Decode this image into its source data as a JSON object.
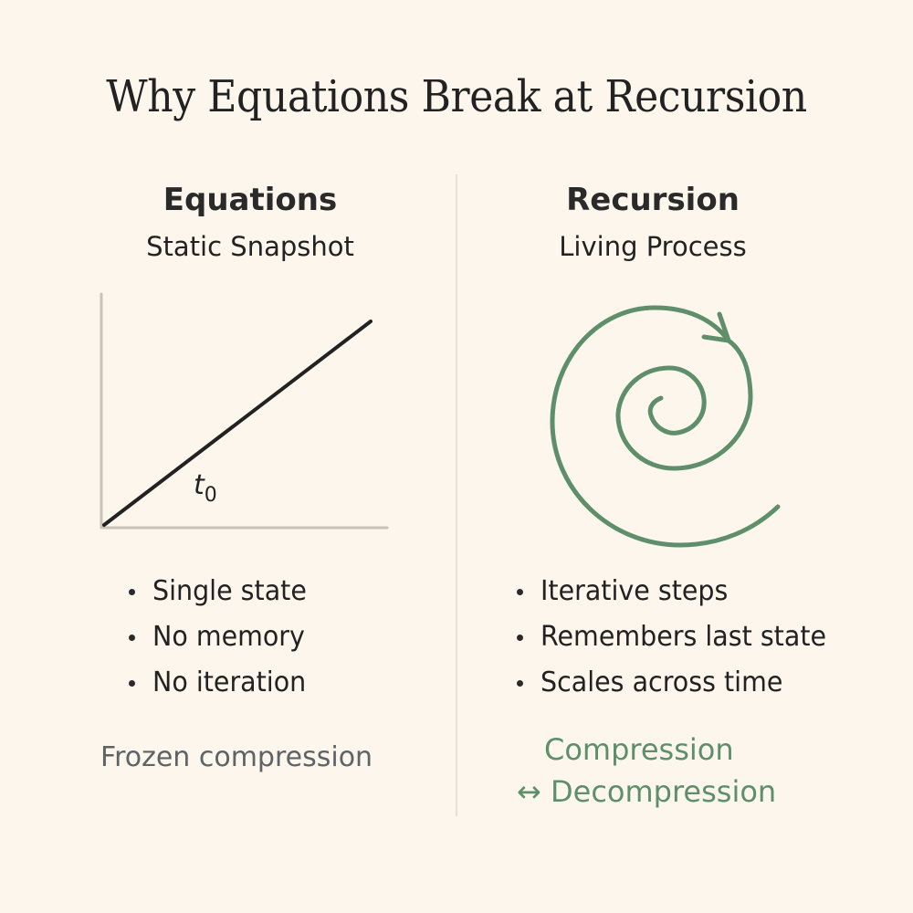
{
  "title": "Why Equations Break at Recursion",
  "left": {
    "heading": "Equations",
    "subheading": "Static Snapshot",
    "graph_label": {
      "base": "t",
      "subscript": "0"
    },
    "bullets": [
      "Single state",
      "No memory",
      "No iteration"
    ],
    "footer": "Frozen compression"
  },
  "right": {
    "heading": "Recursion",
    "subheading": "Living Process",
    "bullets": [
      "Iterative steps",
      "Remembers last state",
      "Scales across time"
    ],
    "footer_line1": "Compression",
    "footer_line2": "↔ Decompression"
  },
  "icons": {
    "left_graphic": "linear-graph-icon",
    "right_graphic": "spiral-arrow-icon"
  },
  "colors": {
    "background": "#FCF6EC",
    "text": "#222222",
    "accent_green": "#5E8F6A",
    "muted_gray": "#5E6366",
    "axis": "#C9C2B8",
    "divider": "#E8E0D4"
  }
}
